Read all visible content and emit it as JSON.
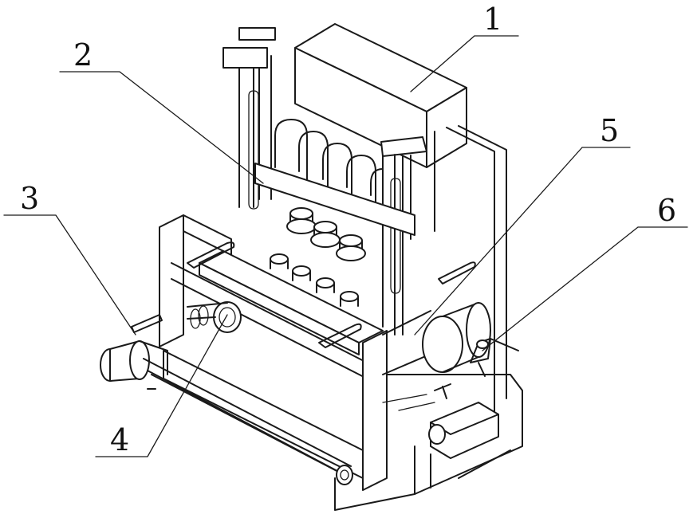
{
  "figure": {
    "labels": [
      {
        "id": "1",
        "text": "1"
      },
      {
        "id": "2",
        "text": "2"
      },
      {
        "id": "3",
        "text": "3"
      },
      {
        "id": "4",
        "text": "4"
      },
      {
        "id": "5",
        "text": "5"
      },
      {
        "id": "6",
        "text": "6"
      }
    ]
  },
  "colors": {
    "line": "#1a1a1a",
    "background": "#ffffff"
  }
}
